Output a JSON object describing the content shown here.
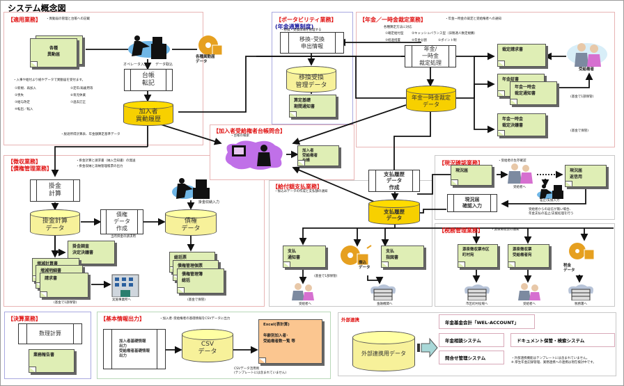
{
  "title": "システム概念図",
  "sections": {
    "tekiyou": {
      "label": "【適用業務】",
      "note": "・異動届の管理と台帳への記載",
      "doc": "各種\n異動届",
      "operator_input": "オペレータ入力",
      "data_import": "データ取込",
      "media": "各種異動届\nデータ",
      "ledger_proc": "台帳\n転記",
      "db": "加入者\n異動履歴",
      "intro_note": "・入事や給付より紙やデータで異動届を受付ます。",
      "items": [
        "①新規、再加入",
        "②喪失",
        "③給与改定",
        "④転出／転入",
        "⑤定年/再雇用等",
        "⑥育児休業",
        "⑦過去訂正"
      ],
      "bottom_note": "・脱退所得計算表、年金額算定基準データ"
    },
    "portability": {
      "label": "【ポータビリティ業務】",
      "sublabel": "(年金通算制度)",
      "note": "・移換・受換情報を管理する",
      "proc": "移換･受換\n申出情報",
      "db": "移換受換\n管理データ",
      "doc": "算定基礎\n期間通知書"
    },
    "nenkin": {
      "label": "【年金／一時金裁定業務】",
      "note": "・年金一時金の裁定と受給権者への通知",
      "method_note": "各種算定方法に対応",
      "methods": [
        "①確定給付型",
        "②キャッシュバランス型（旧税適人数定規薦）",
        "③経過措置",
        "④年金分割",
        "⑤ポイント制"
      ],
      "proc": "年金/\n一時金\n裁定処理",
      "db": "年金一時金裁定\nデータ",
      "doc_claim": "裁定請求書",
      "doc_cert": "年金証書",
      "doc_notice": "年金一時金\n裁定通知書",
      "doc_decision": "年金一時金\n裁定決議書",
      "recipient": "受給権者",
      "fund_keep1": "(基金で1部保管)",
      "fund_keep2": "(基金で保管)"
    },
    "inquiry": {
      "label": "【加入者受給権者台帳問合】",
      "note": "・台帳の検索",
      "doc": "加入者\n受給権者\n台帳"
    },
    "collection": {
      "label1": "【徴収業務】",
      "label2": "【債権管理業務】",
      "note1": "・掛金計算と請求書（納入告知書）の発送",
      "note2": "・掛金収納と滞納管理帳票の出力",
      "proc_calc": "掛金\n計算",
      "db_calc": "掛金計算\nデータ",
      "proc_claim": "債権\nデータ\n作成",
      "proc_claim_note": "当月掛金の請求用",
      "db_claim": "債権\nデータ",
      "payment_input": "掛金収納入力",
      "doc_decision": "掛金調査\n決定決議書",
      "doc_calc": "増減計算書",
      "doc_detail": "増減明細書",
      "doc_bill": "請求書",
      "office": "実施事業所へ",
      "fund_keep1": "(基金で1部保管)",
      "doc_summary": "総括票",
      "doc_ledger": "債権管理個票",
      "doc_ledger_sum": "債権管理簿\n総括",
      "fund_keep2": "(基金で保管)"
    },
    "payment": {
      "label": "【給付額支払業務】",
      "note": "・振込みデータの作成と支払額の通知",
      "proc": "支払履歴\nデータ\n作成",
      "db": "支払履歴\nデータ",
      "doc_notice": "支払\n通知書",
      "media": "振込\nデータ",
      "doc_order": "支払\n指図書",
      "fund_keep": "(基金で1部保管)",
      "to_recipient": "受給者へ",
      "to_bank": "金融機関へ"
    },
    "status": {
      "label": "【現況確認業務】",
      "note": "・受給者の生存確認",
      "doc_form": "現況届",
      "to_recipient": "受給者へ",
      "doc_reply": "現況届\n返信用",
      "stop_input": "差止/支援入力",
      "proc": "現況届\n確認入力",
      "note2": "受給者からの返信が無い場合、\n年金支払の差止/支援処理を行う"
    },
    "tax": {
      "label": "【税務管理業務】",
      "note": "・源泉徴収票の通知",
      "doc_city": "源泉徴収票市区\n町村宛",
      "doc_recipient": "源泉徴収票\n受給権者宛",
      "media": "税金\nデータ",
      "to_city": "市区町村役場へ",
      "to_recipient": "受給者へ",
      "to_tax": "税務署へ"
    },
    "settlement": {
      "label": "【決算業務】",
      "proc": "数理計算",
      "doc": "業務報告書"
    },
    "basic_output": {
      "label": "【基本情報出力】",
      "note": "・加入者･受給権者の基礎情報をCSVデータに出力",
      "proc": "加入者基礎情報\n出力\n受給権者基礎情報\n出力",
      "db": "CSV\nデータ",
      "doc": "Excel(表計算)\n\n年齢別加入者･\n受給権者数一覧 等",
      "csv_note": "CSVデータ活用例\n(テンプレートには含まれていません)"
    },
    "external": {
      "label": "外部連携",
      "db": "外部連携用データ",
      "systems": [
        "年金基金会計「WEL-ACCOUNT」",
        "年金相談システム",
        "ドキュメント保管・検索システム",
        "問合せ管理システム"
      ],
      "note": "・外部連携機能はテンプレートには含まれていません。\n※ 厚生年金記録管理、業務連携への連携は現在検討中です。"
    }
  }
}
